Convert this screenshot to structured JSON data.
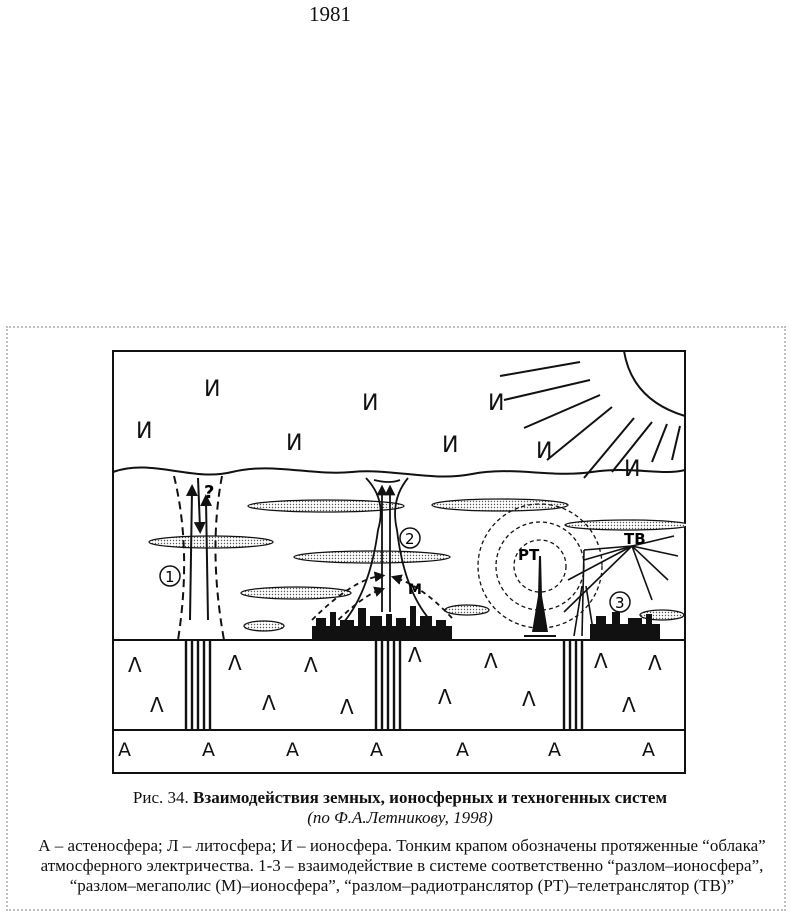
{
  "page": {
    "number": "1981"
  },
  "figure": {
    "caption_prefix": "Рис. 34.",
    "caption_title": "Взаимодействия земных, ионосферных и техногенных систем",
    "caption_source": "(по Ф.А.Летникову, 1998)",
    "legend_line1": "А – астеносфера; Л – литосфера; И – ионосфера. Тонким крапом обозначены протяженные “облака”",
    "legend_line2": "атмосферного электричества. 1-3 – взаимодействие в системе соответственно “разлом–ионосфера”,",
    "legend_line3": "“разлом–мегаполис (М)–ионосфера”, “разлом–радиотранслятор (РТ)–телетранслятор (ТВ)”",
    "labels": {
      "ionosphere": "И",
      "lithosphere": "Λ",
      "asthenosphere": "А",
      "question": "?",
      "zone1": "1",
      "zone2": "2",
      "zone3": "3",
      "megapolis": "М",
      "radio": "РТ",
      "tv": "ТВ"
    }
  }
}
